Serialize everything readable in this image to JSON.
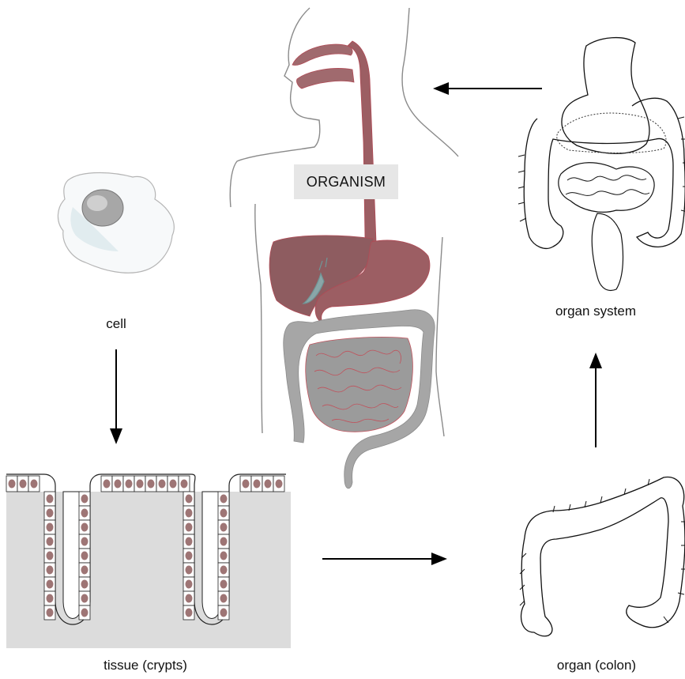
{
  "labels": {
    "organism": "ORGANISM",
    "cell": "cell",
    "tissue": "tissue (crypts)",
    "organ": "organ (colon)",
    "organ_system": "organ system"
  },
  "colors": {
    "organ_fill": "#9c5e63",
    "intestine_fill": "#a3a3a3",
    "nucleus": "#9e7575",
    "tissue_background": "#dcdcdc",
    "label_box": "#e6e6e6"
  }
}
